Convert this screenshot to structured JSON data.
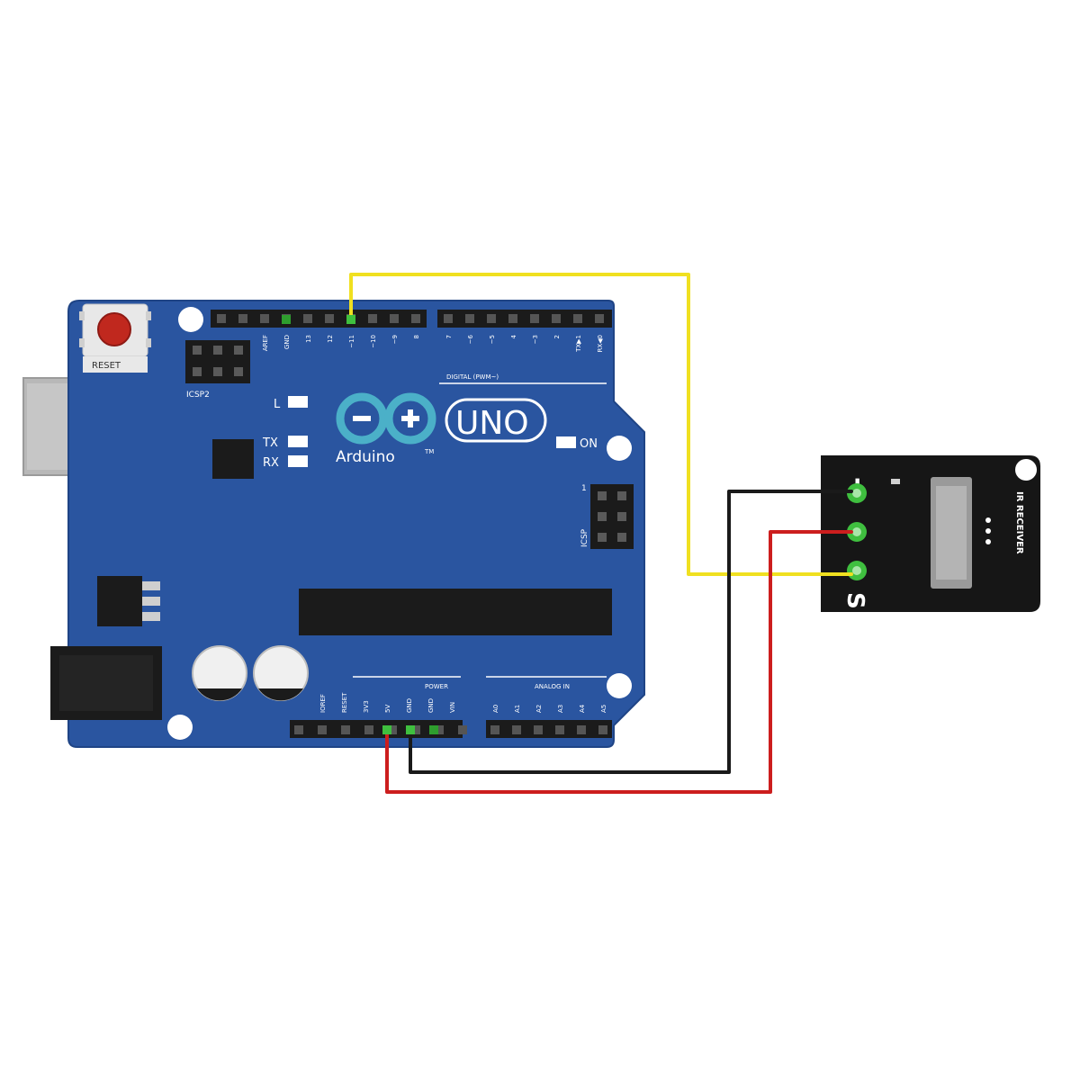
{
  "board": {
    "brand": "Arduino",
    "model": "UNO",
    "tm": "TM",
    "reset_label": "RESET",
    "icsp2_label": "ICSP2",
    "icsp_label": "ICSP",
    "icsp_pin1": "1",
    "led_l": "L",
    "led_tx": "TX",
    "led_rx": "RX",
    "led_on": "ON",
    "digital_label": "DIGITAL (PWM~)",
    "power_label": "POWER",
    "analog_label": "ANALOG IN",
    "digital_pins": [
      "AREF",
      "GND",
      "13",
      "12",
      "~11",
      "~10",
      "~9",
      "8",
      "7",
      "~6",
      "~5",
      "4",
      "~3",
      "2",
      "TX▶1",
      "RX◀0"
    ],
    "power_pins": [
      "IOREF",
      "RESET",
      "3V3",
      "5V",
      "GND",
      "GND",
      "VIN"
    ],
    "analog_pins": [
      "A0",
      "A1",
      "A2",
      "A3",
      "A4",
      "A5"
    ]
  },
  "module": {
    "name": "IR RECEIVER",
    "pin_minus": "-",
    "pin_signal": "S"
  },
  "colors": {
    "board": "#2a55a0",
    "wire_signal": "#f0e020",
    "wire_gnd": "#1a1a1a",
    "wire_vcc": "#cc1e1e",
    "module": "#161616",
    "pin_highlight": "#3fbf3f"
  }
}
